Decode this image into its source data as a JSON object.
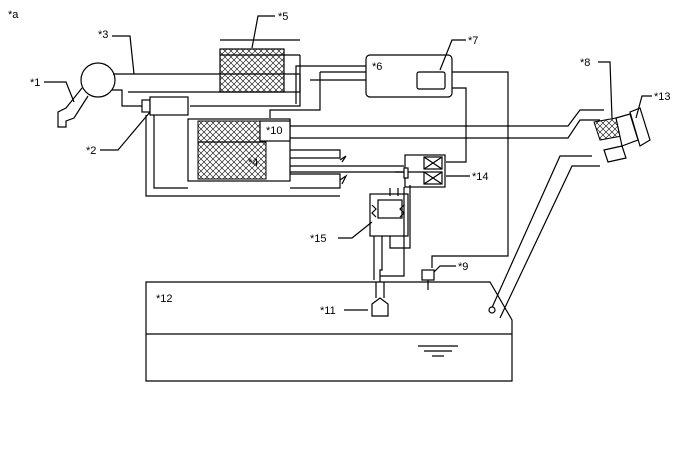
{
  "diagram": {
    "corner_label": "*a",
    "callouts": {
      "c1": "*1",
      "c2": "*2",
      "c3": "*3",
      "c4": "*4",
      "c5": "*5",
      "c6": "*6",
      "c7": "*7",
      "c8": "*8",
      "c9": "*9",
      "c10": "*10",
      "c11": "*11",
      "c12": "*12",
      "c13": "*13",
      "c14": "*14",
      "c15": "*15"
    }
  }
}
